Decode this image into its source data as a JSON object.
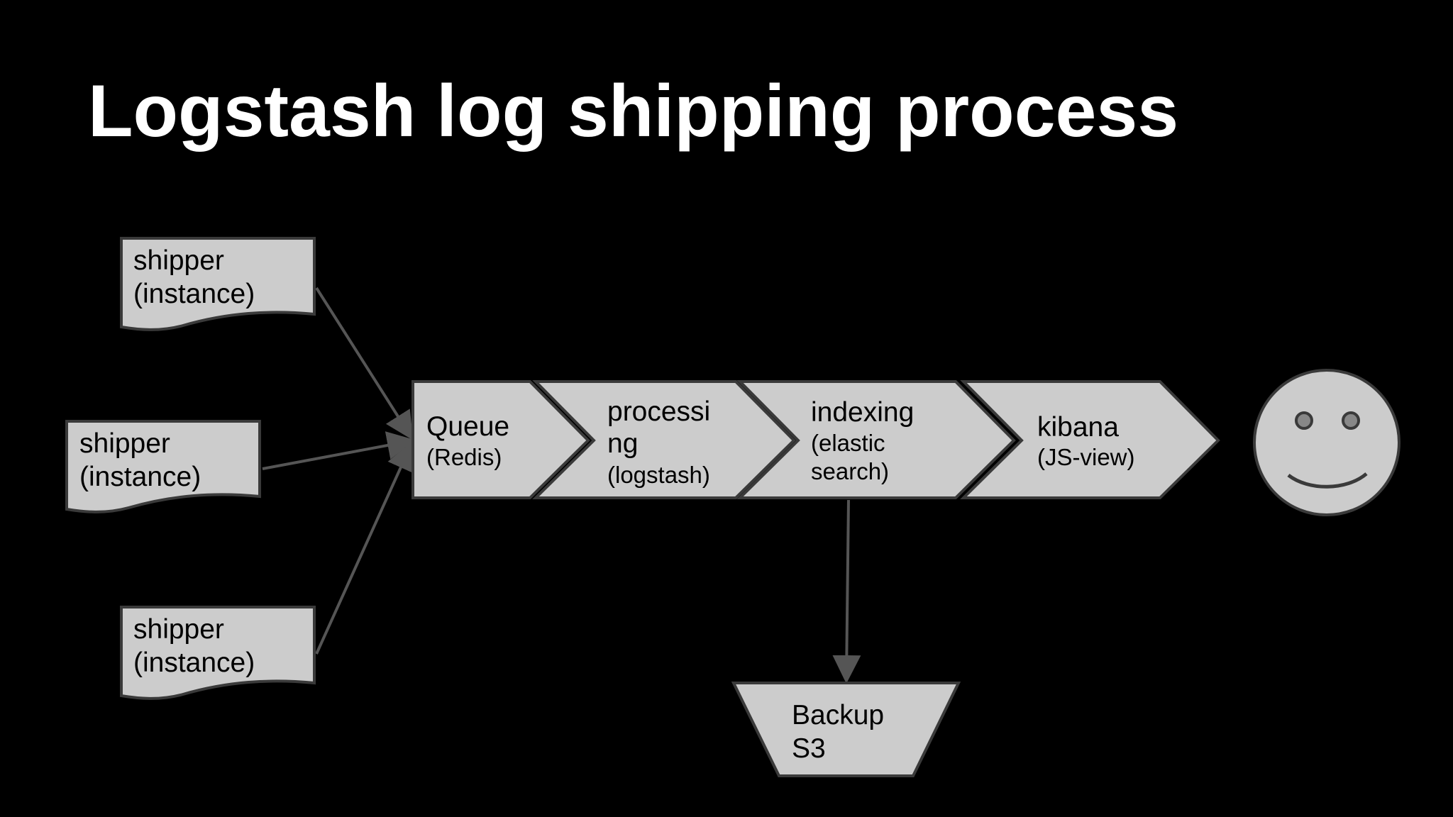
{
  "title": "Logstash log shipping process",
  "colors": {
    "background": "#000000",
    "shape_fill": "#cccccc",
    "shape_stroke": "#3a3a3a",
    "arrow": "#555555"
  },
  "shippers": [
    {
      "line1": "shipper",
      "line2": "(instance)"
    },
    {
      "line1": "shipper",
      "line2": "(instance)"
    },
    {
      "line1": "shipper",
      "line2": "(instance)"
    }
  ],
  "pipeline": {
    "queue": {
      "name": "Queue",
      "sub": "(Redis)"
    },
    "processing": {
      "line1": "processi",
      "line2": "ng",
      "sub": "(logstash)"
    },
    "indexing": {
      "name": "indexing",
      "sub1": "(elastic",
      "sub2": "search)"
    },
    "kibana": {
      "name": "kibana",
      "sub": "(JS-view)"
    }
  },
  "backup": {
    "line1": "Backup",
    "line2": "S3"
  },
  "user_icon": "smiley-face-icon"
}
